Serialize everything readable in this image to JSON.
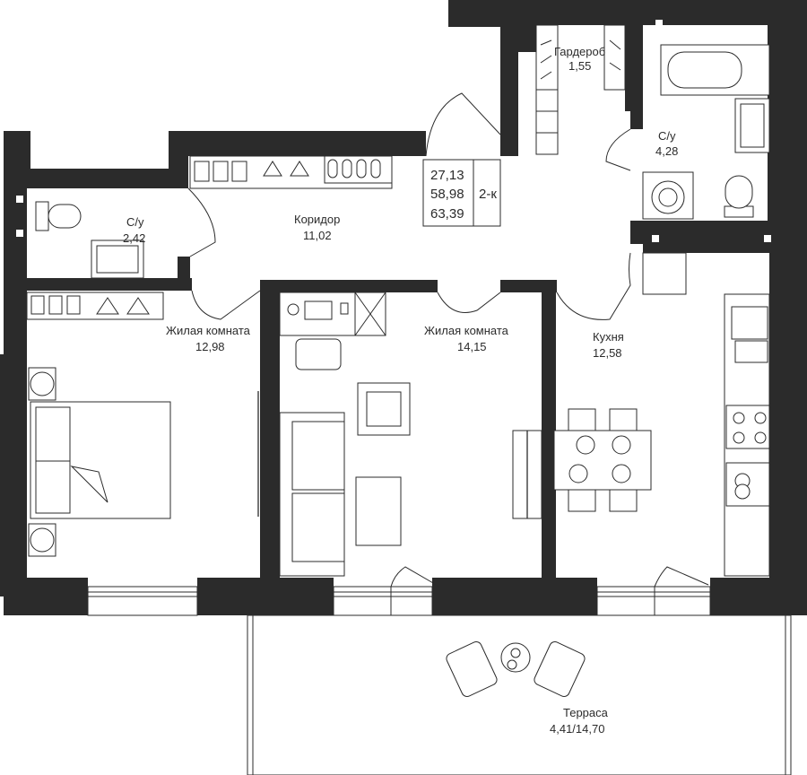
{
  "summary": {
    "living_area": "27,13",
    "total_area": "58,98",
    "total_with_terrace": "63,39",
    "type": "2-к"
  },
  "rooms": {
    "wardrobe": {
      "name": "Гардероб",
      "area": "1,55"
    },
    "bathroom_right": {
      "name": "С/у",
      "area": "4,28"
    },
    "bathroom_left": {
      "name": "С/у",
      "area": "2,42"
    },
    "corridor": {
      "name": "Коридор",
      "area": "11,02"
    },
    "bedroom": {
      "name": "Жилая комната",
      "area": "12,98"
    },
    "living_room": {
      "name": "Жилая комната",
      "area": "14,15"
    },
    "kitchen": {
      "name": "Кухня",
      "area": "12,58"
    },
    "terrace": {
      "name": "Терраса",
      "area": "4,41/14,70"
    }
  },
  "colors": {
    "wall": "#2b2b2b",
    "background": "#ffffff"
  }
}
